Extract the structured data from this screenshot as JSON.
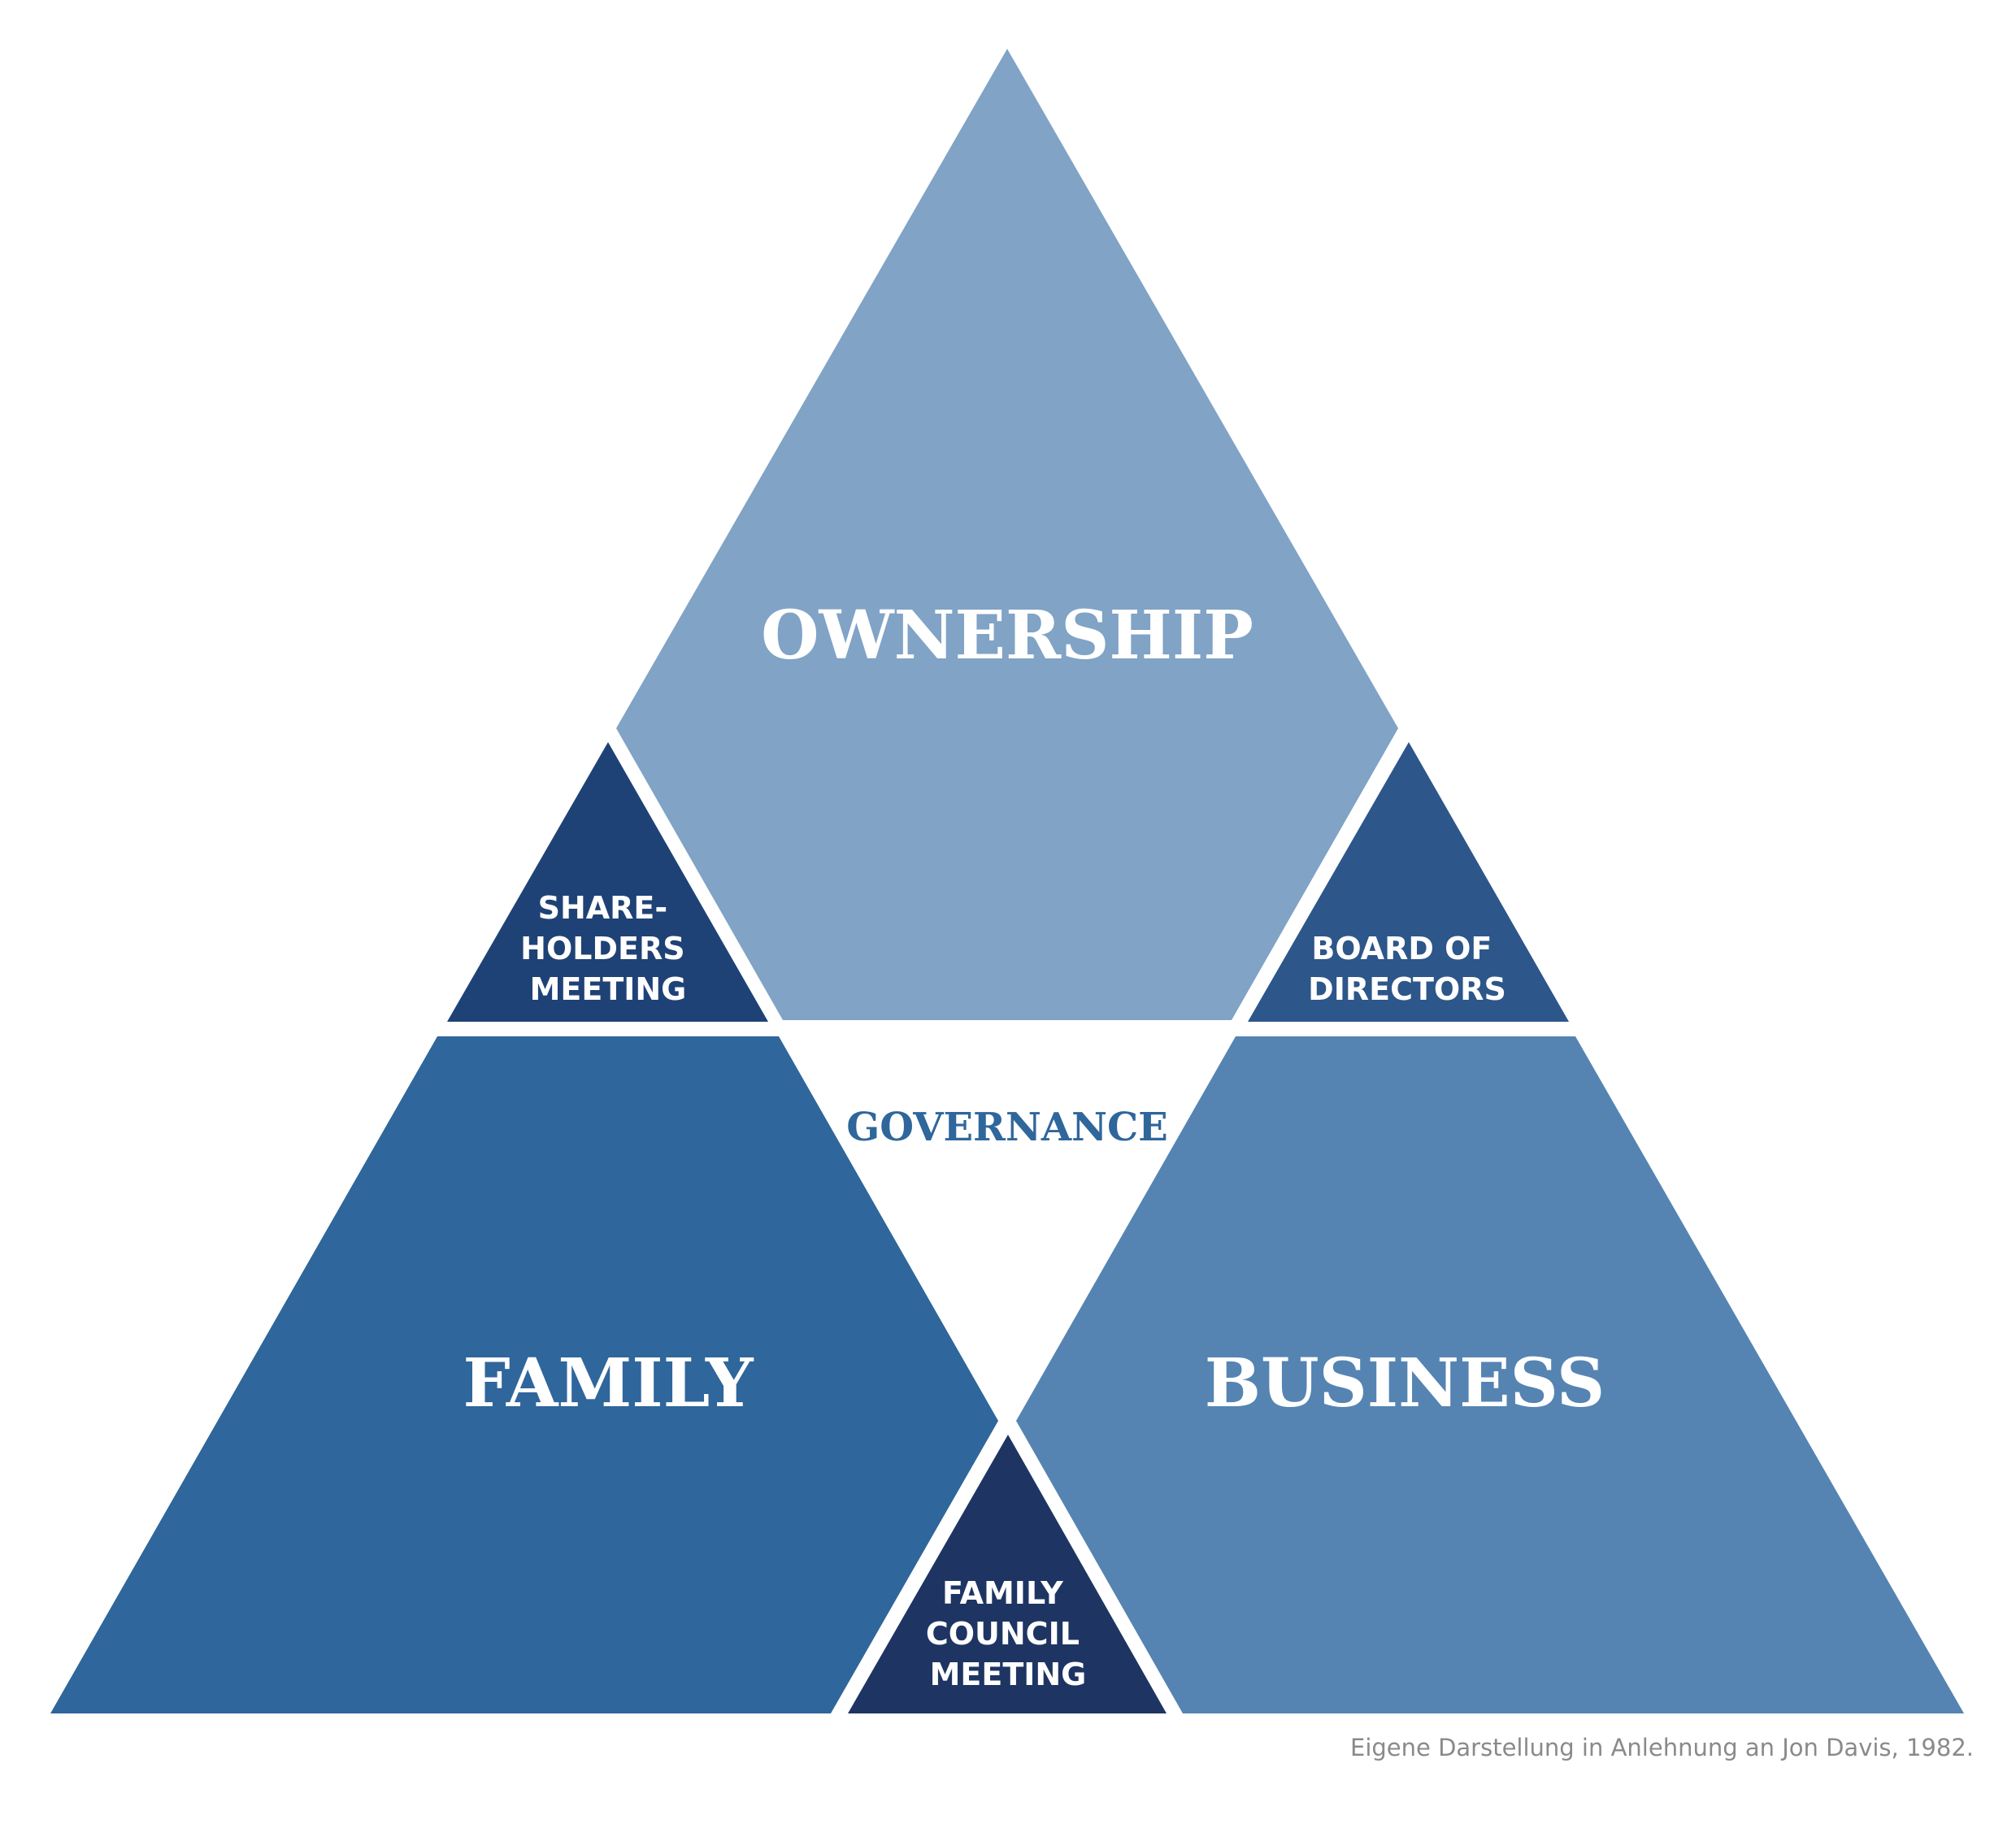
{
  "colors": {
    "ownership": "#80a3c6",
    "family": "#2f669b",
    "business": "#5584b2",
    "shareholders": "#1f4276",
    "board": "#2d568a",
    "council": "#1e3563",
    "governance_text": "#2f669b",
    "caption_text": "#8a8a8a"
  },
  "segments": {
    "ownership": {
      "label": "OWNERSHIP"
    },
    "family": {
      "label": "FAMILY"
    },
    "business": {
      "label": "BUSINESS"
    }
  },
  "bodies": {
    "shareholders": {
      "lines": [
        "SHARE-",
        "HOLDERS",
        "MEETING"
      ]
    },
    "board": {
      "lines": [
        "BOARD OF",
        "DIRECTORS"
      ]
    },
    "council": {
      "lines": [
        "FAMILY",
        "COUNCIL",
        "MEETING"
      ]
    }
  },
  "center": {
    "label": "GOVERNANCE"
  },
  "caption": "Eigene Darstellung in Anlehnung an Jon Davis, 1982."
}
